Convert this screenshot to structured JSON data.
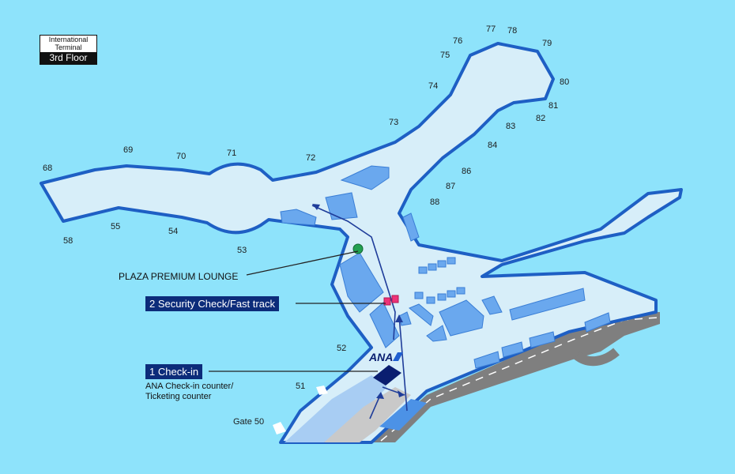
{
  "badge": {
    "terminal_line1": "International",
    "terminal_line2": "Terminal",
    "floor": "3rd Floor"
  },
  "gates": [
    "51",
    "52",
    "53",
    "54",
    "55",
    "58",
    "68",
    "69",
    "70",
    "71",
    "72",
    "73",
    "74",
    "75",
    "76",
    "77",
    "78",
    "79",
    "80",
    "81",
    "82",
    "83",
    "84",
    "86",
    "87",
    "88"
  ],
  "gate50_label": "Gate 50",
  "callouts": {
    "lounge": "PLAZA PREMIUM LOUNGE",
    "security": "2 Security Check/Fast track",
    "checkin": "1 Check-in",
    "checkin_note_line1": "ANA Check-in counter/",
    "checkin_note_line2": "Ticketing counter"
  },
  "airline_logo": "ANA",
  "colors": {
    "background": "#8ee3fb",
    "floor": "#d7eef9",
    "wall": "#1e5fc4",
    "facility": "#6aa8ee",
    "callout_box": "#0c2c7a",
    "road": "#7f7f7f",
    "lounge_marker": "#22a050",
    "security_marker": "#ee3377"
  }
}
